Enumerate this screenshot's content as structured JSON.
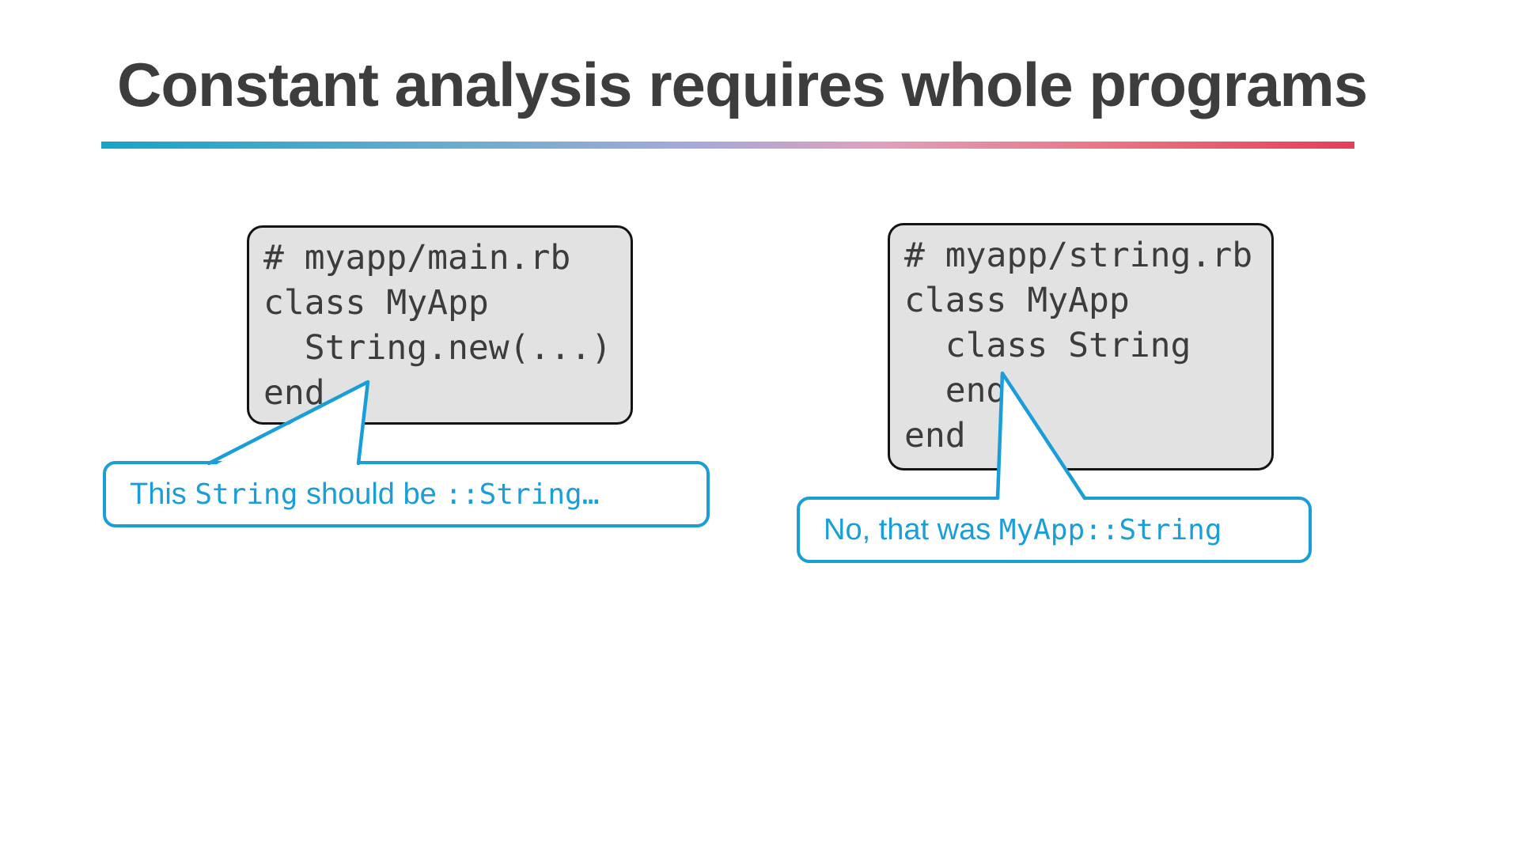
{
  "slide": {
    "title": "Constant analysis requires whole programs"
  },
  "divider": {
    "gradient": [
      "#16a4c8 0%",
      "#6fadd0 30%",
      "#a9a9d8 48%",
      "#dfa0bd 62%",
      "#ea7585 80%",
      "#e63e58 100%"
    ]
  },
  "code_boxes": [
    {
      "name": "main-rb",
      "lines": [
        "# myapp/main.rb",
        "class MyApp",
        "  String.new(...)",
        "end"
      ]
    },
    {
      "name": "string-rb",
      "lines": [
        "# myapp/string.rb",
        "class MyApp",
        "  class String",
        "  end",
        "end"
      ]
    }
  ],
  "callouts": [
    {
      "name": "left",
      "segments": [
        {
          "style": "sans",
          "text": "This "
        },
        {
          "style": "mono",
          "text": "String"
        },
        {
          "style": "sans",
          "text": " should be "
        },
        {
          "style": "mono",
          "text": "::String…"
        }
      ]
    },
    {
      "name": "right",
      "segments": [
        {
          "style": "sans",
          "text": "No, that was "
        },
        {
          "style": "mono",
          "text": "MyApp::String"
        }
      ]
    }
  ],
  "colors": {
    "accent_blue": "#1a9ed9",
    "code_box_bg": "#e2e2e2",
    "code_box_border": "#141414",
    "code_text": "#3c3c3c",
    "title_text": "#3d3d3d"
  }
}
